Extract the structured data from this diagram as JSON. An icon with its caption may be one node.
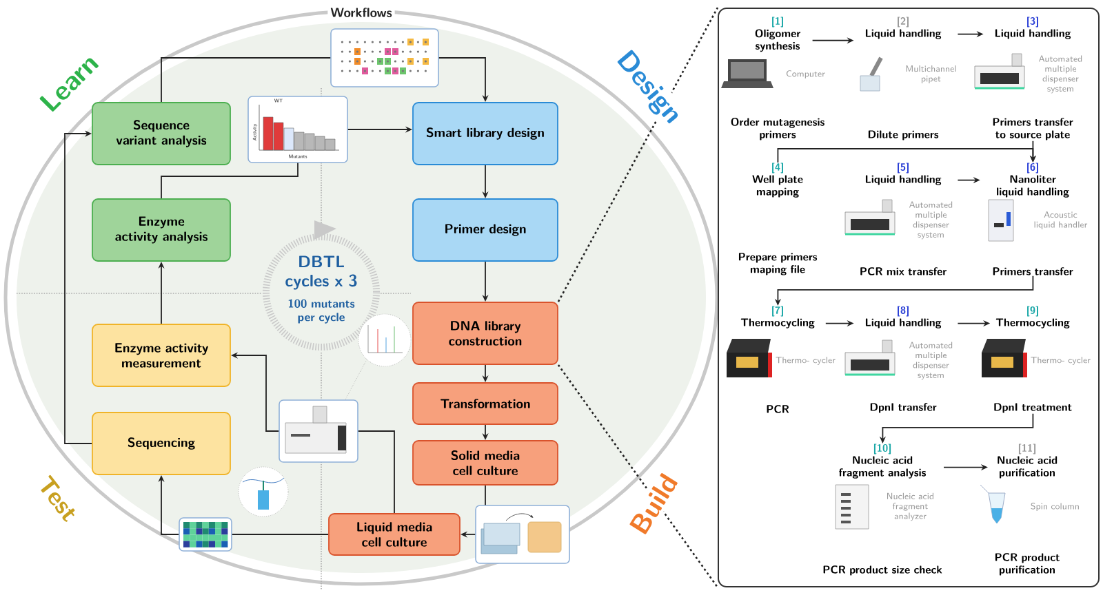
{
  "diagram": {
    "nodes": [
      {
        "text": [
          "Sequence variant analysis"
        ]
      },
      {
        "text": [
          "Enzyme activity analysis"
        ]
      },
      {
        "text": [
          "Enzyme activity measurement"
        ]
      },
      {
        "text": [
          "Sequencing"
        ]
      },
      {
        "text": [
          "Smart library design"
        ]
      },
      {
        "text": [
          "Primer design"
        ]
      },
      {
        "text": [
          "DNA library construction"
        ]
      },
      {
        "text": [
          "Transformation"
        ]
      },
      {
        "text": [
          "Solid media cell culture"
        ]
      },
      {
        "text": [
          "Liquid media cell culture"
        ]
      },
      {
        "text": [],
        "shape": "picture"
      },
      {
        "text": [],
        "shape": "picture"
      },
      {
        "text": [],
        "shape": "picture"
      },
      {
        "text": [],
        "shape": "picture"
      },
      {
        "text": [],
        "shape": "picture"
      },
      {
        "text": [],
        "shape": "box"
      },
      {
        "text": [
          "[1]",
          "Oligomer synthesis",
          "Computer",
          "Order mutagenesis primers"
        ],
        "in": 15
      },
      {
        "text": [
          "[2]",
          "Liquid handling",
          "Multichannel pipet",
          "Dilute primers"
        ],
        "in": 15
      },
      {
        "text": [
          "[3]",
          "Liquid handling",
          "Automated multiple dispenser system",
          "Primers transfer to source plate"
        ],
        "in": 15
      },
      {
        "text": [
          "[4]",
          "Well plate mapping",
          "Prepare primers maping file"
        ],
        "in": 15
      },
      {
        "text": [
          "[5]",
          "Liquid handling",
          "Automated multiple dispenser system",
          "PCR mix transfer"
        ],
        "in": 15
      },
      {
        "text": [
          "[6]",
          "Nanoliter liquid handling",
          "Acoustic liquid handler",
          "Primers transfer"
        ],
        "in": 15
      },
      {
        "text": [
          "[7]",
          "Thermocycling",
          "Thermo- cycler",
          "PCR"
        ],
        "in": 15
      },
      {
        "text": [
          "[8]",
          "Liquid handling",
          "Automated multiple dispenser system",
          "DpnI transfer"
        ],
        "in": 15
      },
      {
        "text": [
          "[9]",
          "Thermocycling",
          "Thermo- cycler",
          "DpnI treatment"
        ],
        "in": 15
      },
      {
        "text": [
          "[10]",
          "Nucleic acid fragment analysis",
          "Nucleic acid fragment analyzer",
          "PCR product size check"
        ],
        "in": 15
      },
      {
        "text": [
          "[11]",
          "Nucleic acid purification",
          "Spin column",
          "PCR product purification"
        ],
        "in": 15
      }
    ],
    "edges": [
      {
        "from": 0,
        "to": 10,
        "arrow": "none"
      },
      {
        "from": 10,
        "to": 4,
        "arrow": "to"
      },
      {
        "from": 11,
        "to": 4,
        "arrow": "to"
      },
      {
        "from": 1,
        "to": 11,
        "arrow": "none"
      },
      {
        "from": 2,
        "to": 1,
        "arrow": "to"
      },
      {
        "from": 3,
        "to": 0,
        "arrow": "to"
      },
      {
        "from": 4,
        "to": 5,
        "arrow": "to"
      },
      {
        "from": 5,
        "to": 6,
        "arrow": "to"
      },
      {
        "from": 6,
        "to": 7,
        "arrow": "to"
      },
      {
        "from": 7,
        "to": 8,
        "arrow": "to"
      },
      {
        "from": 8,
        "to": 14,
        "arrow": "none"
      },
      {
        "from": 14,
        "to": 9,
        "arrow": "to"
      },
      {
        "from": 9,
        "to": 13,
        "arrow": "none"
      },
      {
        "from": 13,
        "to": 3,
        "arrow": "to"
      },
      {
        "from": 9,
        "to": 12,
        "arrow": "none"
      },
      {
        "from": 12,
        "to": 2,
        "arrow": "to"
      },
      {
        "from": 6,
        "to": 15,
        "arrow": "none",
        "style": "dashed"
      },
      {
        "from": 6,
        "to": 15,
        "arrow": "none",
        "style": "dashed"
      },
      {
        "from": 16,
        "to": 17,
        "arrow": "to"
      },
      {
        "from": 17,
        "to": 18,
        "arrow": "to"
      },
      {
        "from": 18,
        "to": 21,
        "arrow": "to"
      },
      {
        "from": 19,
        "to": 21,
        "arrow": "to"
      },
      {
        "from": 20,
        "to": 21,
        "arrow": "to"
      },
      {
        "from": 21,
        "to": 22,
        "arrow": "to"
      },
      {
        "from": 22,
        "to": 23,
        "arrow": "to"
      },
      {
        "from": 23,
        "to": 24,
        "arrow": "to"
      },
      {
        "from": 24,
        "to": 25,
        "arrow": "to"
      },
      {
        "from": 25,
        "to": 26,
        "arrow": "to"
      }
    ],
    "labels": [
      "Workflows",
      "Learn",
      "Design",
      "Test",
      "Build",
      "DBTL cycles x 3",
      "100 mutants per cycle",
      "Activity",
      "WT",
      "Mutants"
    ]
  }
}
